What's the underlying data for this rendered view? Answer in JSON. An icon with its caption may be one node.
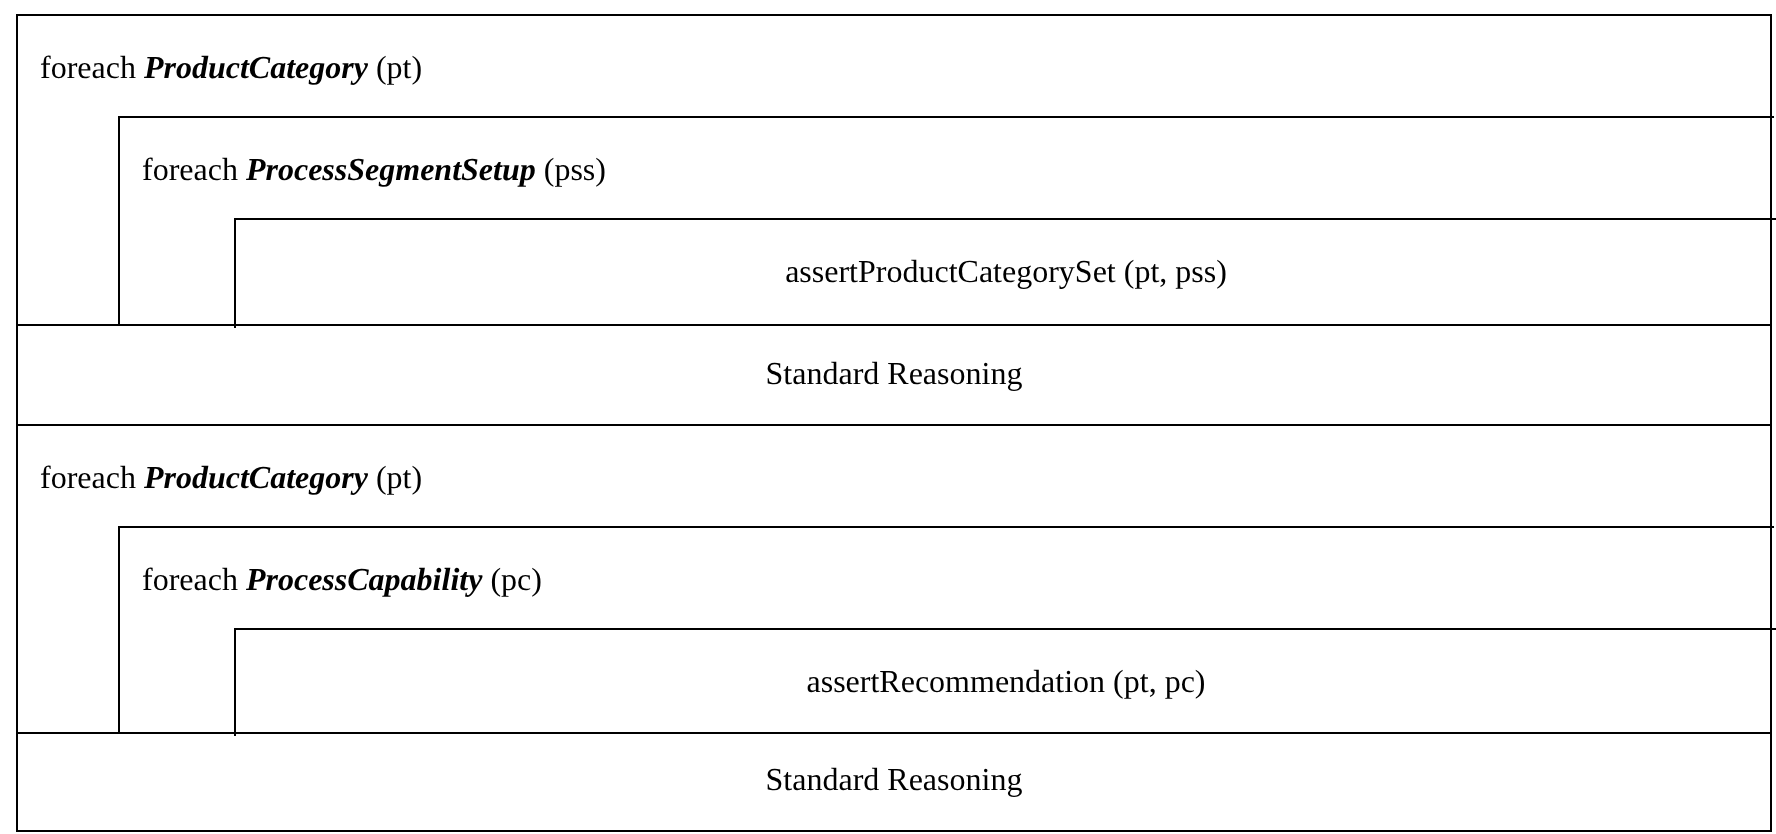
{
  "diagram": {
    "nodes": [
      {
        "text": [
          "foreach **ProductCategory** (pt)"
        ]
      },
      {
        "text": [
          "foreach **ProcessSegmentSetup** (pss)"
        ],
        "in": 0
      },
      {
        "text": [
          "assertProductCategorySet (pt, pss)"
        ],
        "in": 1
      },
      {
        "text": [
          "Standard Reasoning"
        ]
      },
      {
        "text": [
          "foreach **ProductCategory** (pt)"
        ]
      },
      {
        "text": [
          "foreach **ProcessCapability** (pc)"
        ],
        "in": 4
      },
      {
        "text": [
          "assertRecommendation (pt, pc)"
        ],
        "in": 5
      },
      {
        "text": [
          "Standard Reasoning"
        ]
      }
    ]
  }
}
